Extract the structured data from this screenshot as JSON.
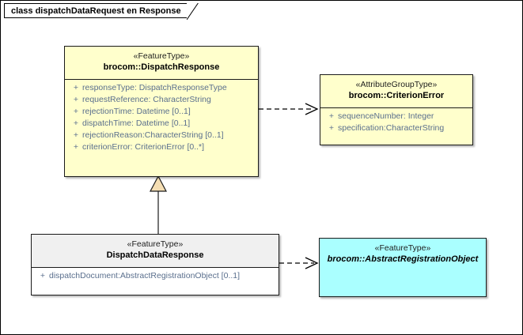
{
  "diagram": {
    "title": "class dispatchDataRequest en Response",
    "colors": {
      "featuretype_fill": "#FFFFCC",
      "abstract_fill": "#AAFFFF",
      "plain_fill": "#FFFFFF",
      "header_gray": "#F0F0F0",
      "attribute_text": "#5A6F8D",
      "border": "#1A1A1A",
      "generalization_fill": "#F5DEB3"
    },
    "classes": [
      {
        "id": "dispatch-response",
        "stereotype": "«FeatureType»",
        "name": "brocom::DispatchResponse",
        "abstract": false,
        "attributes": [
          {
            "visibility": "+",
            "text": "responseType: DispatchResponseType"
          },
          {
            "visibility": "+",
            "text": "requestReference: CharacterString"
          },
          {
            "visibility": "+",
            "text": "rejectionTime: Datetime [0..1]"
          },
          {
            "visibility": "+",
            "text": "dispatchTime: Datetime [0..1]"
          },
          {
            "visibility": "+",
            "text": "rejectionReason:CharacterString [0..1]"
          },
          {
            "visibility": "+",
            "text": "criterionError: CriterionError [0..*]"
          }
        ]
      },
      {
        "id": "criterion-error",
        "stereotype": "«AttributeGroupType»",
        "name": "brocom::CriterionError",
        "abstract": false,
        "attributes": [
          {
            "visibility": "+",
            "text": "sequenceNumber: Integer"
          },
          {
            "visibility": "+",
            "text": "specification:CharacterString"
          }
        ]
      },
      {
        "id": "dispatch-data-response",
        "stereotype": "«FeatureType»",
        "name": "DispatchDataResponse",
        "abstract": false,
        "attributes": [
          {
            "visibility": "+",
            "text": "dispatchDocument:AbstractRegistrationObject [0..1]"
          }
        ]
      },
      {
        "id": "abstract-registration-object",
        "stereotype": "«FeatureType»",
        "name": "brocom::AbstractRegistrationObject",
        "abstract": true,
        "attributes": []
      }
    ],
    "relationships": [
      {
        "id": "dep-response-to-criterionerror",
        "type": "dependency",
        "source": "brocom::DispatchResponse",
        "target": "brocom::CriterionError",
        "style": "dashed-open-arrow"
      },
      {
        "id": "gen-datareponse-to-response",
        "type": "generalization",
        "source": "DispatchDataResponse",
        "target": "brocom::DispatchResponse",
        "style": "solid-hollow-triangle"
      },
      {
        "id": "dep-datareponse-to-abstractregistrationobject",
        "type": "dependency",
        "source": "DispatchDataResponse",
        "target": "brocom::AbstractRegistrationObject",
        "style": "dashed-open-arrow"
      }
    ]
  }
}
